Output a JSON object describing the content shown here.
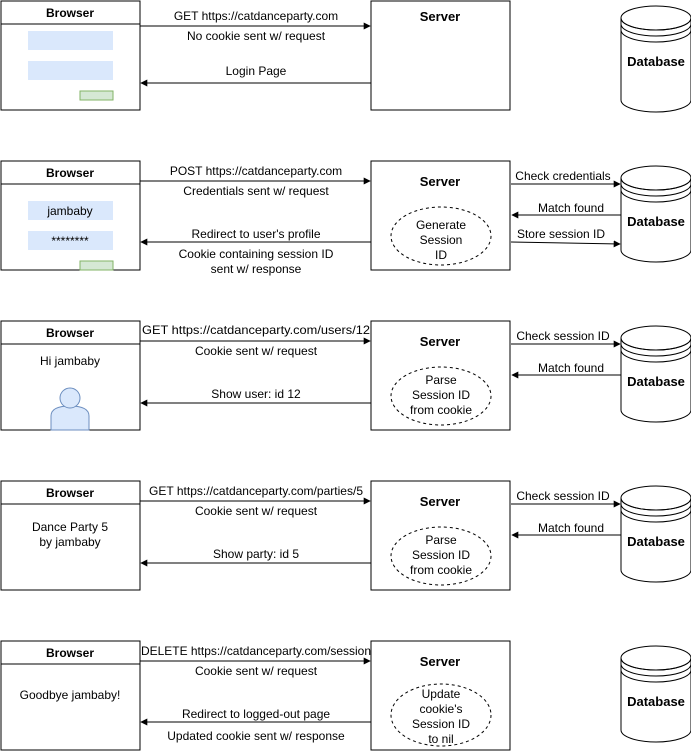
{
  "database_label": "Database",
  "rows": [
    {
      "browser_title": "Browser",
      "server_title": "Server",
      "request_line": "GET https://catdanceparty.com",
      "request_note": "No cookie sent w/ request",
      "response_line": "Login Page",
      "response_note": ""
    },
    {
      "browser_title": "Browser",
      "browser_username": "jambaby",
      "browser_password": "********",
      "server_title": "Server",
      "server_process": [
        "Generate",
        "Session",
        "ID"
      ],
      "request_line": "POST https://catdanceparty.com",
      "request_note": "Credentials sent w/ request",
      "response_line": "Redirect to user's profile",
      "response_note": [
        "Cookie containing session ID",
        "sent w/ response"
      ],
      "db_query": "Check credentials",
      "db_reply": "Match found",
      "db_store": "Store session ID"
    },
    {
      "browser_title": "Browser",
      "browser_text": [
        "Hi jambaby"
      ],
      "server_title": "Server",
      "server_process": [
        "Parse",
        "Session ID",
        "from cookie"
      ],
      "request_line": "GET https://catdanceparty.com/users/12",
      "request_note": "Cookie sent w/ request",
      "response_line": "Show user: id 12",
      "db_query": "Check session ID",
      "db_reply": "Match found"
    },
    {
      "browser_title": "Browser",
      "browser_text": [
        "Dance Party 5",
        "by jambaby"
      ],
      "server_title": "Server",
      "server_process": [
        "Parse",
        "Session ID",
        "from cookie"
      ],
      "request_line": "GET https://catdanceparty.com/parties/5",
      "request_note": "Cookie sent w/ request",
      "response_line": "Show party: id 5",
      "db_query": "Check session ID",
      "db_reply": "Match found"
    },
    {
      "browser_title": "Browser",
      "browser_text": [
        "Goodbye jambaby!"
      ],
      "server_title": "Server",
      "server_process": [
        "Update",
        "cookie's",
        "Session ID",
        "to nil"
      ],
      "request_line": "DELETE https://catdanceparty.com/session",
      "request_note": "Cookie sent w/ request",
      "response_line": "Redirect to logged-out page",
      "response_note": [
        "Updated cookie sent w/ response"
      ]
    }
  ]
}
